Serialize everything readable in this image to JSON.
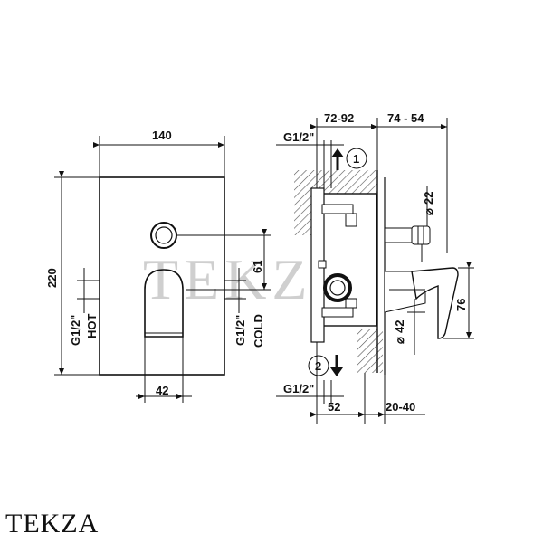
{
  "brand": {
    "name": "TEKZA"
  },
  "watermark": "TEKZA",
  "front_view": {
    "dims": {
      "width": "140",
      "height": "220",
      "center_offset": "61",
      "handle_width": "42"
    },
    "labels": {
      "hot_thread": "G1/2\"",
      "hot": "HOT",
      "cold_thread": "G1/2\"",
      "cold": "COLD"
    }
  },
  "side_view": {
    "dims": {
      "top_depth": "72-92",
      "top_protrusion": "74 - 54",
      "pipe_diameter": "22",
      "handle_diameter": "42",
      "handle_height": "76",
      "bottom_depth": "52",
      "bottom_protrusion": "20-40"
    },
    "labels": {
      "top_thread": "G1/2\"",
      "bottom_thread": "G1/2\"",
      "outlet_1": "1",
      "outlet_2": "2",
      "diameter_symbol": "⌀"
    }
  }
}
